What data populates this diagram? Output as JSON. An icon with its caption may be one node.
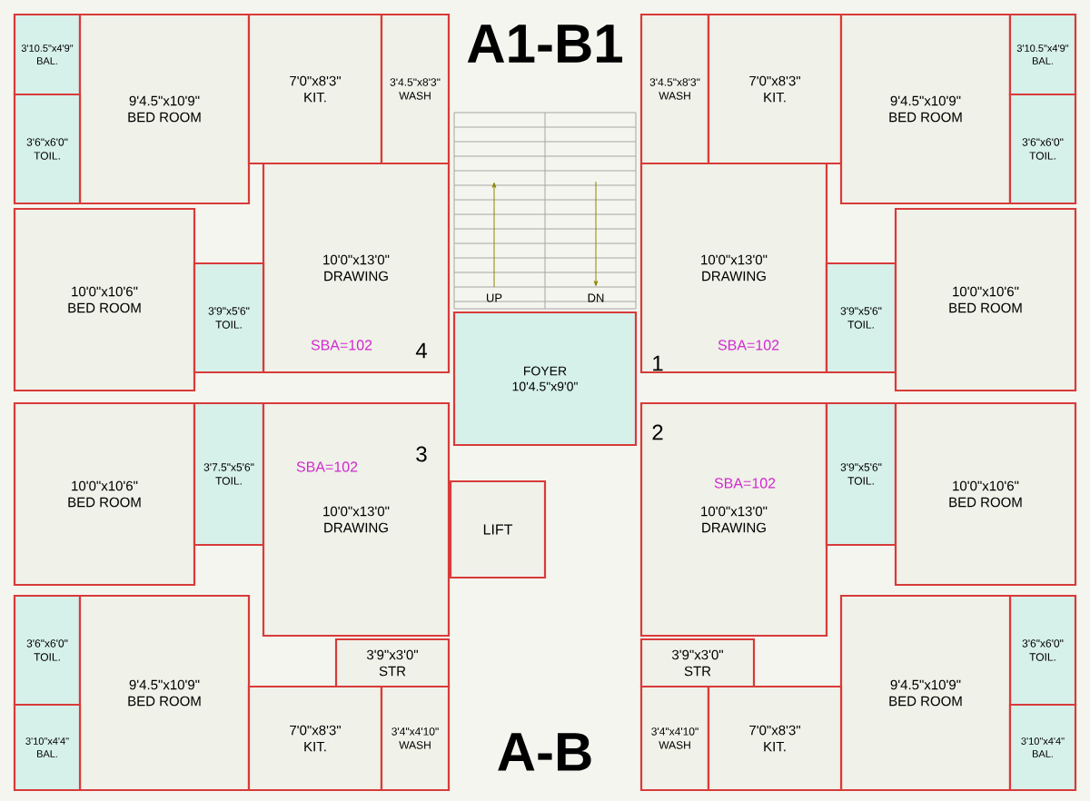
{
  "diagram": {
    "nodes": [
      {
        "text": [
          "3'10.5\"x4'9\"",
          "BAL."
        ]
      },
      {
        "text": [
          "9'4.5\"x10'9\"",
          "BED ROOM"
        ]
      },
      {
        "text": [
          "7'0\"x8'3\"",
          "KIT."
        ]
      },
      {
        "text": [
          "3'4.5\"x8'3\"",
          "WASH"
        ]
      },
      {
        "text": [
          "3'4.5\"x8'3\"",
          "WASH"
        ]
      },
      {
        "text": [
          "7'0\"x8'3\"",
          "KIT."
        ]
      },
      {
        "text": [
          "9'4.5\"x10'9\"",
          "BED ROOM"
        ]
      },
      {
        "text": [
          "3'10.5\"x4'9\"",
          "BAL."
        ]
      },
      {
        "text": [
          "3'6\"x6'0\"",
          "TOIL."
        ]
      },
      {
        "text": [
          "3'6\"x6'0\"",
          "TOIL."
        ]
      },
      {
        "text": [
          "10'0\"x13'0\"",
          "DRAWING"
        ]
      },
      {
        "text": [
          "10'0\"x13'0\"",
          "DRAWING"
        ]
      },
      {
        "text": [
          "10'0\"x10'6\"",
          "BED ROOM"
        ]
      },
      {
        "text": [
          "3'9\"x5'6\"",
          "TOIL."
        ]
      },
      {
        "text": [
          "FOYER",
          "10'4.5\"x9'0\""
        ]
      },
      {
        "text": [
          "3'9\"x5'6\"",
          "TOIL."
        ]
      },
      {
        "text": [
          "10'0\"x10'6\"",
          "BED ROOM"
        ]
      },
      {
        "text": [
          "10'0\"x10'6\"",
          "BED ROOM"
        ]
      },
      {
        "text": [
          "3'7.5\"x5'6\"",
          "TOIL."
        ]
      },
      {
        "text": [
          "10'0\"x13'0\"",
          "DRAWING"
        ]
      },
      {
        "text": [
          "LIFT"
        ]
      },
      {
        "text": [
          "10'0\"x13'0\"",
          "DRAWING"
        ]
      },
      {
        "text": [
          "3'9\"x5'6\"",
          "TOIL."
        ]
      },
      {
        "text": [
          "10'0\"x10'6\"",
          "BED ROOM"
        ]
      },
      {
        "text": [
          "3'9\"x3'0\"",
          "STR"
        ]
      },
      {
        "text": [
          "3'9\"x3'0\"",
          "STR"
        ]
      },
      {
        "text": [
          "3'6\"x6'0\"",
          "TOIL."
        ]
      },
      {
        "text": [
          "3'6\"x6'0\"",
          "TOIL."
        ]
      },
      {
        "text": [
          "9'4.5\"x10'9\"",
          "BED ROOM"
        ]
      },
      {
        "text": [
          "9'4.5\"x10'9\"",
          "BED ROOM"
        ]
      },
      {
        "text": [
          "7'0\"x8'3\"",
          "KIT."
        ]
      },
      {
        "text": [
          "3'4\"x4'10\"",
          "WASH"
        ]
      },
      {
        "text": [
          "3'4\"x4'10\"",
          "WASH"
        ]
      },
      {
        "text": [
          "7'0\"x8'3\"",
          "KIT."
        ]
      },
      {
        "text": [
          "3'10\"x4'4\"",
          "BAL."
        ]
      },
      {
        "text": [
          "3'10\"x4'4\"",
          "BAL."
        ]
      }
    ],
    "labels": [
      "A1-B1",
      "UP",
      "DN",
      "SBA=102",
      "4",
      "SBA=102",
      "1",
      "3",
      "SBA=102",
      "2",
      "SBA=102",
      "A-B"
    ]
  }
}
